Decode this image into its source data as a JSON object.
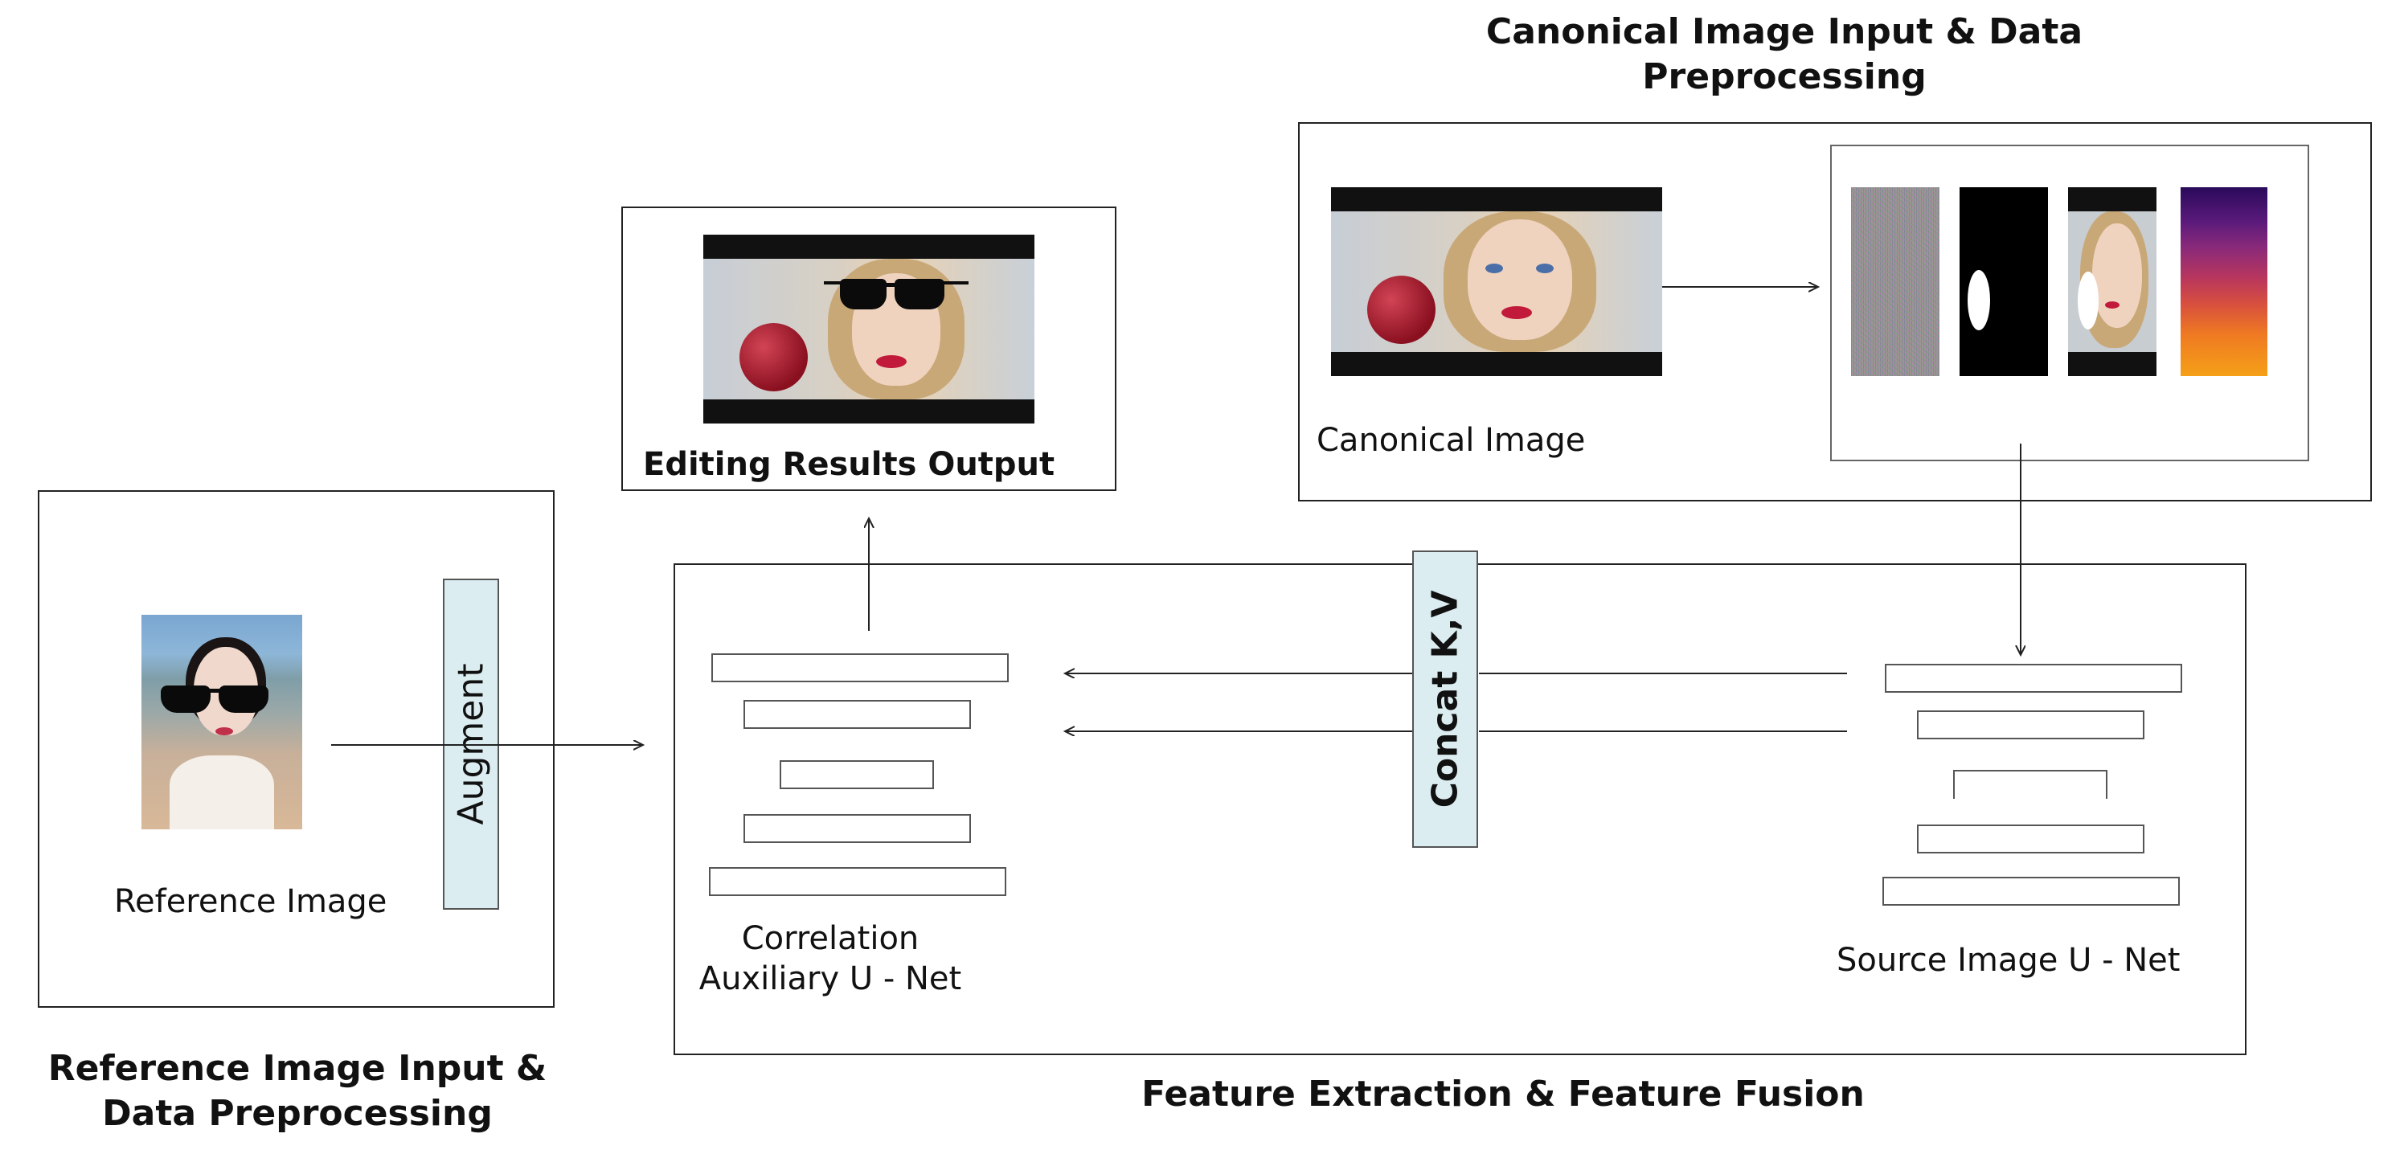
{
  "titles": {
    "canonical": "Canonical Image Input & Data Preprocessing",
    "reference": "Reference Image Input & Data Preprocessing",
    "feature": "Feature Extraction & Feature Fusion",
    "editing": "Editing Results Output"
  },
  "labels": {
    "canonical_image": "Canonical Image",
    "reference_image": "Reference Image",
    "augment": "Augment",
    "concat": "Concat K,V",
    "correlation_net": "Correlation\nAuxiliary U - Net",
    "source_net": "Source Image U - Net"
  },
  "colors": {
    "bar_fill": "#dcedf2",
    "border": "#222222"
  },
  "icons": [
    "face-photo-with-apple",
    "noise-map",
    "mask-map",
    "masked-face",
    "depth-map",
    "woman-sunglasses-photo",
    "edited-face-with-sunglasses"
  ]
}
